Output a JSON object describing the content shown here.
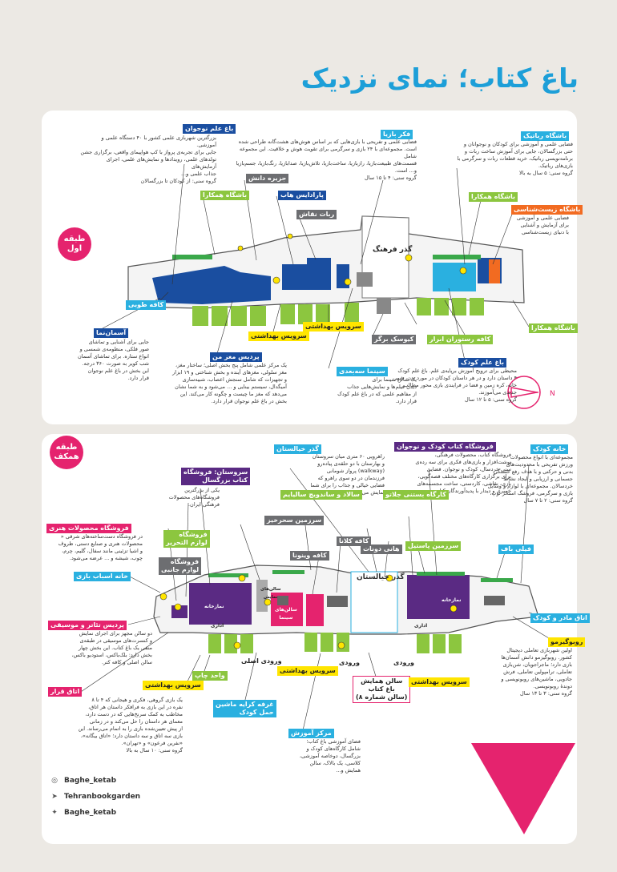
{
  "title": "باغ کتاب؛ نمای نزدیک",
  "floor1": {
    "badge": "طبقه\nاول",
    "labels": {
      "science_youth": "باغ علم نوجوان",
      "science_youth_desc": "بزرگترین شهربازی علمی کشور با ۴۰ دستگاه علمی و آموزشی.\nجایی برای تجربه‌ی پرواز با کپ هواپیمای واقعی، برگزاری جشن\nتولدهای علمی، رویدادها و نمایش‌های علمی، اجرای آزمایش‌های\nجذاب علمی و...\nگروه سنی: از کودکان تا بزرگسالان",
      "fekrbazi": "فکر بازیا",
      "fekrbazi_desc": "فضایی علمی و تفریحی با بازی‌هایی که بر اساس هوش‌های هشت‌گانه طراحی شده\nاست. مجموعه‌ای با ۲۴ بازی و سرگرمی برای تقویت هوش و خلاقیت. این مجموعه شامل\nقسمت‌های طبیعت‌بازیا، رازبازیا، ساخت‌بازیا، تلاش‌بازیا، صدابازیا، رنگ‌بازیا، جسم‌بازیا\nو... است.\nگروه سنی: ۴ تا ۱۵ سال",
      "robotic": "باشگاه رباتیک",
      "robotic_desc": "فضایی علمی و آموزشی برای کودکان و نوجوانان و\nحتی بزرگسالان، جایی برای آموزش ساخت ربات و\nبرنامه‌نویسی رباتیک، خرید قطعات ربات و سرگرمی با\nبازی‌های رباتیک.\nگروه سنی: ۵ سال به بالا",
      "hamkara_1": "باشگاه همکارا",
      "hamkara_2": "باشگاه همکارا",
      "hamkara_3": "باشگاه همکارا",
      "jazire_danesh": "جزیره دانش",
      "paradis_hub": "پارادایس هاب",
      "robat_naghash": "ربات نقاش",
      "zist": "باشگاه زیست‌شناسی",
      "zist_desc": "فضایی علمی و آموزشی\nبرای آزمایش و آشنایی\nبا دنیای زیست‌شناسی",
      "gozar_farhang": "گذر فرهنگ",
      "cafe_toobi": "کافه طوبی",
      "aseman_nama": "آسمان‌نما",
      "aseman_desc": "جایی برای آشنایی و تماشای\nصور فلکی، منظومه‌ی شمسی و\nانواع ستاره. برای تماشای آسمان\nشب کویر به صورت ۳۶۰ درجه.\nاین بخش در باغ علم نوجوان\nقرار دارد.",
      "pardis_maghz": "پردیس مغز من",
      "pardis_maghz_desc": "یک مرکز علمی شامل پنج بخش اصلی؛ ساختار مغز،\nمغز سلولی، مغزهای آینده و بخش شناختی و ۱۹ ابزار\nو تجهیزات که شامل سنجش اعصاب، شبیه‌سازی\nآمیگدال، سیستم بینایی و ... می‌شود و به شما نشان\nمی‌دهد که مغز ما چیست و چگونه کار می‌کند. این\nبخش در باغ علم نوجوان قرار دارد.",
      "wc_1": "سرویس بهداشتی",
      "wc_2": "سرویس بهداشتی",
      "cinema_3d": "سینما سه‌بعدی",
      "cinema_3d_desc": "یک سالن سینما برای\nدیدن فیلم‌ها و نمایش‌هایی جذاب\nاز مفاهیم علمی که در باغ علم کودک\nقرار دارد.",
      "kiosk_burger": "کیوسک برگر",
      "cafe_abrar": "کافه رستوران ابرار",
      "science_kid": "باغ علم کودک",
      "science_kid_desc": "محیطی برای ترویج آموزش برپایه‌ی علم. باغ علم کودک\n۴ داستان دارد و در هر داستان کودکان در مورد بدن، شهر،\nخانه، کره زمین و فضا در فرایندی بازی محور مطالب\nجدیدی می‌آموزند.\nگروه سنی: ۵ تا ۱۲ سال"
    }
  },
  "floor2": {
    "badge": "طبقه\nهمکف",
    "labels": {
      "gozar_kheyalestan": "گذر خیالستان",
      "kheyalestan_desc": "راهرویی ۶۰ متری میان سروستان\nو بهارستان با دو حلقه‌ی پیاده‌رو\n(walkway) پرواز شومانی\nفرزندمان در دو سوی راهرو که\nفضایی خیالی و جذاب را برای شما\nنمایش می‌دهند.",
      "sarvestan": "سروستان: فروشگاه\nکتاب بزرگسال",
      "sarvestan_desc": "یکی از بزرگترین\nفروشگاه‌های محصولات\nفرهنگی ایران.",
      "shop_kid": "فروشگاه کتاب کودک و نوجوان",
      "shop_kid_desc": "فروشگاه کتاب، محصولات فرهنگی،\nنوشت‌افزار و بازی‌های فکری برای سه رده‌ی\nسنی خردسال، کودک و نوجوان. فضایی\nبرای برگزاری کارگاه‌های مختلف قصه‌گویی،\nبازی، نقاشی، کاردستی، ساخت مجسمه‌های\nخمیری و دیدار با پدیدآورندگان کتاب.",
      "khane_kodak": "خانه کودک",
      "khane_kodak_desc": "مجموعه‌ای با انواع محصولات\nورزش تفریحی با محدودیت‌های\nبدنی و حرکتی و با هدف رفع خستگی\nجسمانی و ارزیابی و ایجاد نشاط\nخردسالان. مجموعه‌ای با لوازم و وسایل\nبازی و سرگرمی، فروشگ استخر توپ،\nگروه سنی: ۲ تا ۷ سال",
      "crafts_shop": "فروشگاه محصولات هنری",
      "crafts_desc": "در فروشگاه دست‌ساخته‌های شرقی «\nمحصولات هنری و صنایع دستی، ظروف\nو اشیا تزئینی مانند سفال، گلیم، چرم،\nچوب، شیشه و ... عرضه می‌شود.",
      "tahrir_shop": "فروشگاه\nلوازم التحریر",
      "sala_sandwich": "سالاد و ساندویچ سالیایم",
      "kargah_jelatoo": "کارگاه بستنی جلاتو",
      "sarzamin_sahar": "سرزمین سحرخیز",
      "cafe_vinona": "کافه وینونا",
      "cafe_kala": "کافه کلانا",
      "honey_donut": "هانی دونات",
      "sarzamin_pastil": "سرزمین پاستیل",
      "fil_baf": "فیلی باف",
      "kids_gear": "فروشگاه\nلوازم جانبی",
      "toys": "خانه اسباب بازی",
      "theater": "پردیس تئاتر و موسیقی",
      "theater_desc": "دو سالن مجهز برای اجرای نمایش\nو کنسرت‌های موسیقی در طبقه‌ی\nمنفی یک باغ کتاب. این بخش چهار\nبخش دارد: بلک‌باکس، استودیو باکس،\nسالن اصلی و کافه کتر.",
      "otagh_gharar": "اتاق قرار",
      "otagh_gharar_desc": "یک بازی گروهی، فکری و هیجانی که ۴ تا ۸\nنفره در این بازی به فرافکر داستان هر اتاق،\nمخاطب به کمک سرنخ‌هایی که در دست دارد،\nمعمای هر داستان را حل می‌کند و در زمانی\nاز پیش تعیین‌شده بازی را به اتمام می‌رساند. این\nبازی سه اتاق و سه داستان دارد؛ «اتاق بیگانه»،\n«نفرین فرعون» و «تهران».\nگروه سنی: ۱۰ سال به بالا",
      "vahed_chap": "واحد چاپ",
      "stroller": "غرفه کرایه ماشین\nحمل کودک",
      "markaz_amoozesh": "مرکز آموزش",
      "markaz_desc": "فضای آموزشی باغ کتاب؛\nشامل کارگاه‌های کودک و\nبزرگسال، دوخاصه آموزشی،\nکلاسی، یک بالاک، سالن\nهمایش و...",
      "salon_hamayesh": "سالن همایش\nباغ کتاب\n(سالن شماره ۸)",
      "entrance_main": "ورودی اصلی",
      "entrance_1": "ورودی",
      "entrance_2": "ورودی",
      "wc_3": "سرویس بهداشتی",
      "wc_4": "سرویس بهداشتی",
      "wc_5": "سرویس بهداشتی",
      "mother_kid_room": "اتاق مادر و کودک",
      "robo_gizmo": "روبوگیزمو",
      "robo_desc": "اولین شهربازی تعاملی دیجیتال\nکشور. روبوگیزمو دانش آسمان‌ها\nبازی دارد؛ ماجراجویان، شن‌بازی\nتعاملی، ترامپولین تعاملی، فرش\nجادویی، ماشین‌های روبونویسی و\nدوندهٔ روبونویسی.\nگروه سنی: ۳ تا ۱۳ سال",
      "namaz_1": "نمازخانه",
      "namaz_2": "نمازخانه",
      "edari_1": "اداری",
      "edari_2": "اداری",
      "cinema_hall": "سالن‌های\nسینما",
      "namayesh_hall": "سالن‌های\nنمایش"
    }
  },
  "social": {
    "instagram": "Baghe_ketab",
    "telegram": "Tehranbookgarden",
    "twitter": "Baghe_ketab"
  },
  "colors": {
    "brand_blue": "#1d9fd8",
    "brand_pink": "#e5236e",
    "purple": "#5a2a83",
    "green": "#8cc63f",
    "yellow": "#ffe500"
  },
  "icons": {
    "instagram": "instagram-icon",
    "telegram": "telegram-icon",
    "twitter": "twitter-icon",
    "compass": "compass-icon"
  }
}
